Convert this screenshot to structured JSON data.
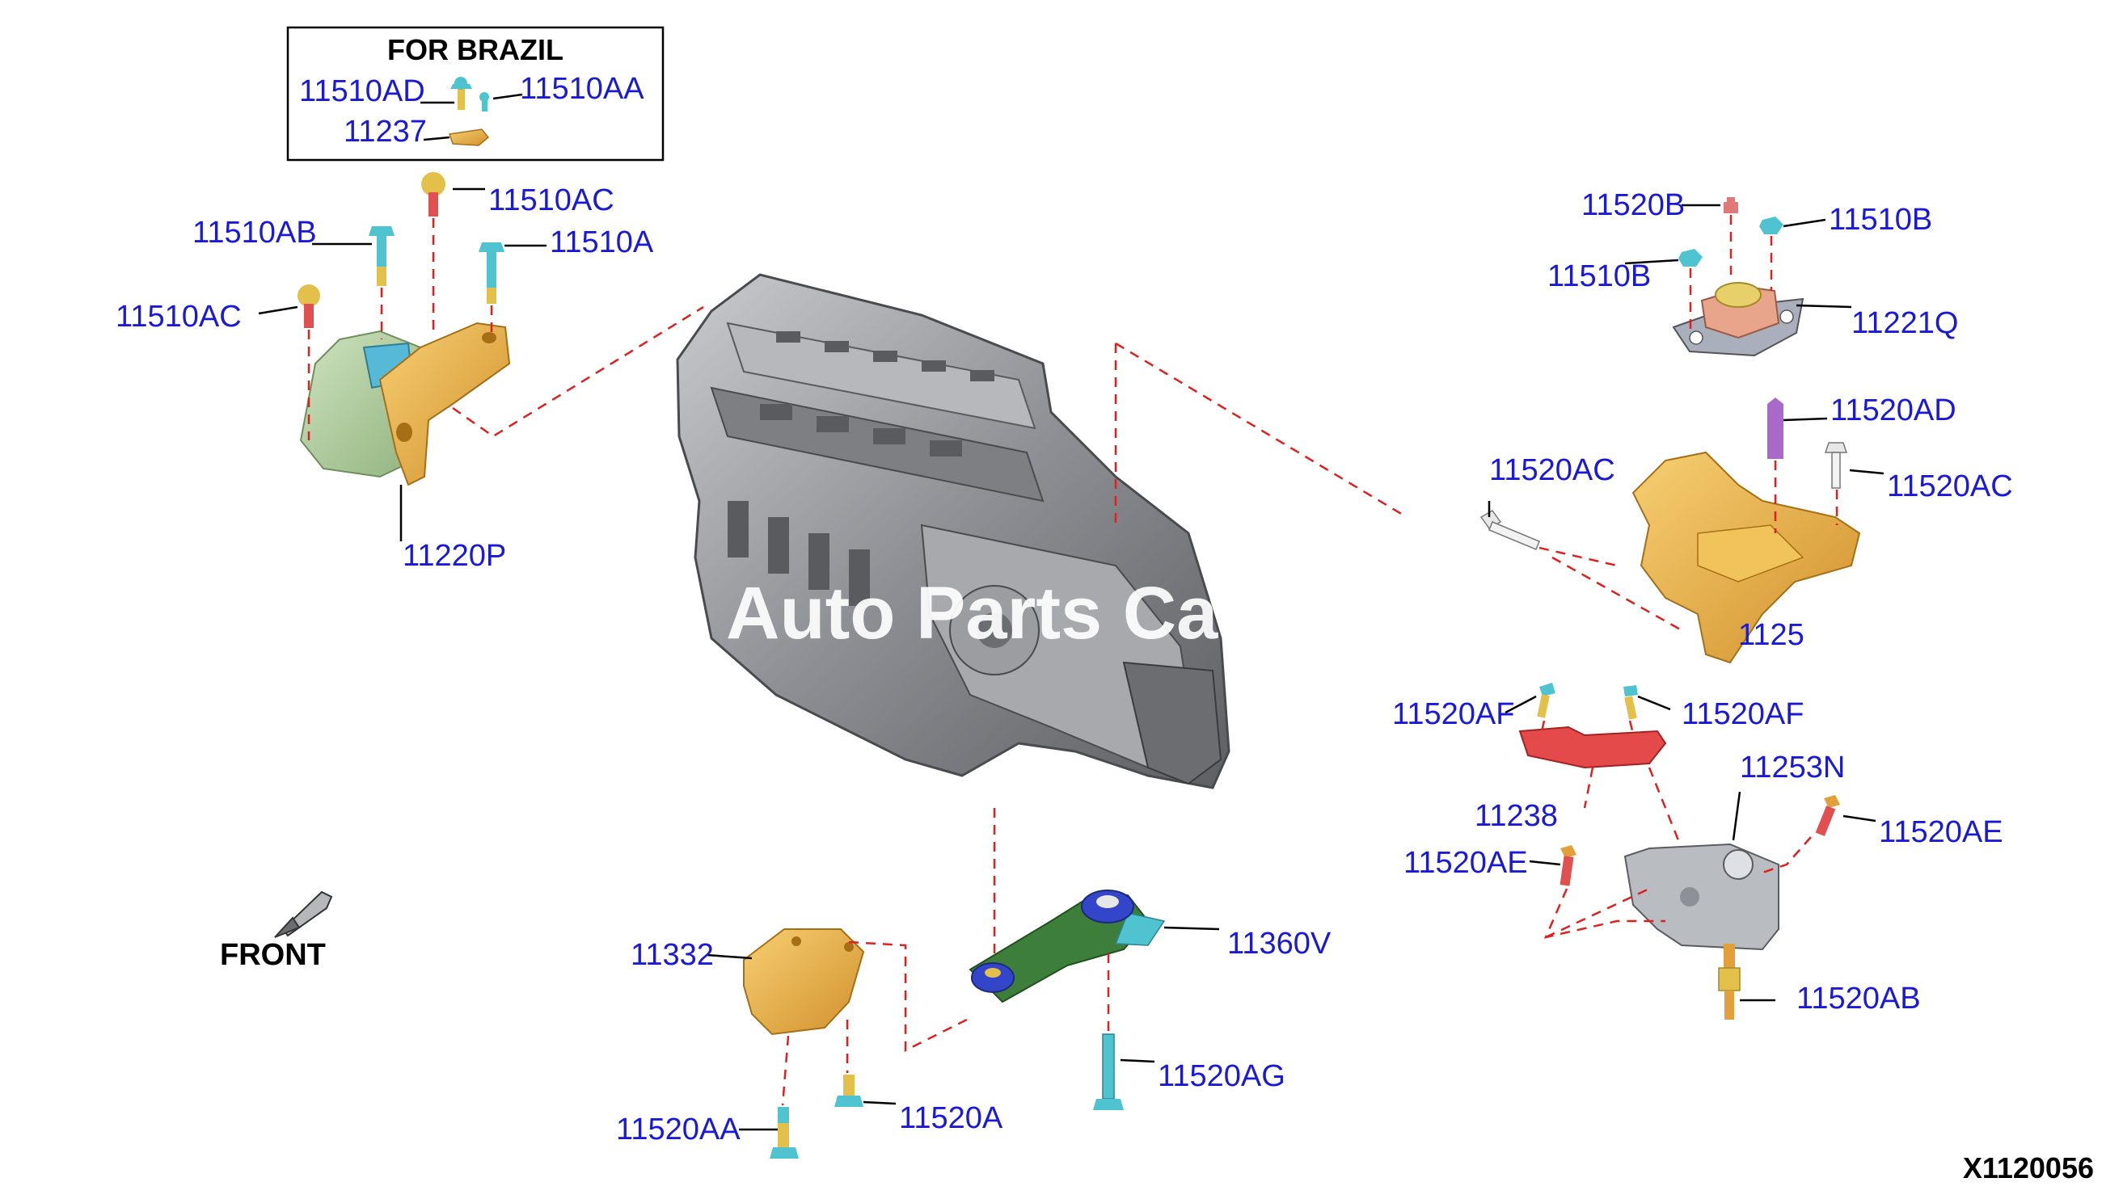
{
  "inset": {
    "title": "FOR BRAZIL"
  },
  "labels": {
    "p11510AD": "11510AD",
    "p11510AA": "11510AA",
    "p11237": "11237",
    "p11510AC_top": "11510AC",
    "p11510AB": "11510AB",
    "p11510A": "11510A",
    "p11510AC_left": "11510AC",
    "p11220P": "11220P",
    "p11520B": "11520B",
    "p11510B_right": "11510B",
    "p11510B_left": "11510B",
    "p11221Q": "11221Q",
    "p11520AD": "11520AD",
    "p11520AC_left": "11520AC",
    "p11520AC_right": "11520AC",
    "p11254_partial": "1125",
    "p11520AF_left": "11520AF",
    "p11520AF_right": "11520AF",
    "p11253N": "11253N",
    "p11238": "11238",
    "p11520AE_right": "11520AE",
    "p11520AE_left": "11520AE",
    "p11520AB": "11520AB",
    "p11332": "11332",
    "p11360V": "11360V",
    "p11520AG": "11520AG",
    "p11520AA": "11520AA",
    "p11520A": "11520A"
  },
  "front_label": "FRONT",
  "diagram_code": "X1120056",
  "watermark": "Auto Parts Ca",
  "colors": {
    "label_blue": "#1a1ad6",
    "leader_red": "#e0201f",
    "engine_gray": "#8d8f94",
    "bracket_orange": "#e3a03a",
    "mount_green": "#9fbf8d",
    "bolt_cyan": "#4fc3cf",
    "red_plate": "#e54a4a",
    "purple_pin": "#a869c9",
    "rod_green": "#3d7f3a",
    "bushing_blue": "#3346c9"
  }
}
